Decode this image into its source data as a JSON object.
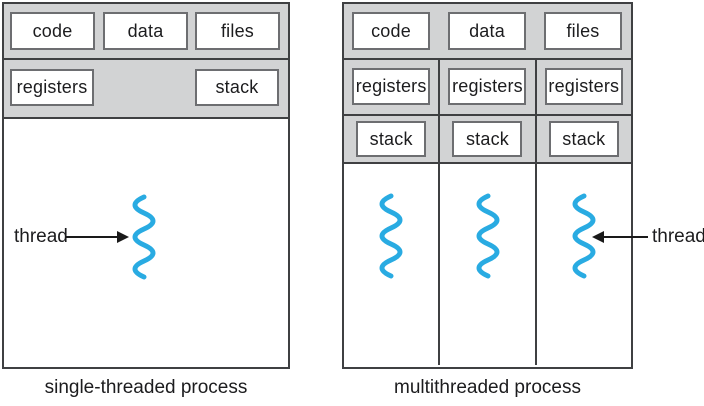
{
  "left_panel": {
    "top_boxes": [
      "code",
      "data",
      "files"
    ],
    "registers_label": "registers",
    "stack_label": "stack",
    "thread_label": "thread",
    "caption": "single-threaded process"
  },
  "right_panel": {
    "top_boxes": [
      "code",
      "data",
      "files"
    ],
    "columns": [
      {
        "registers": "registers",
        "stack": "stack"
      },
      {
        "registers": "registers",
        "stack": "stack"
      },
      {
        "registers": "registers",
        "stack": "stack"
      }
    ],
    "thread_label": "thread",
    "caption": "multithreaded process"
  },
  "colors": {
    "thread_blue": "#29abe2",
    "panel_gray": "#d2d3d4",
    "structure_line": "#3f4042",
    "box_border": "#6d6e71"
  }
}
